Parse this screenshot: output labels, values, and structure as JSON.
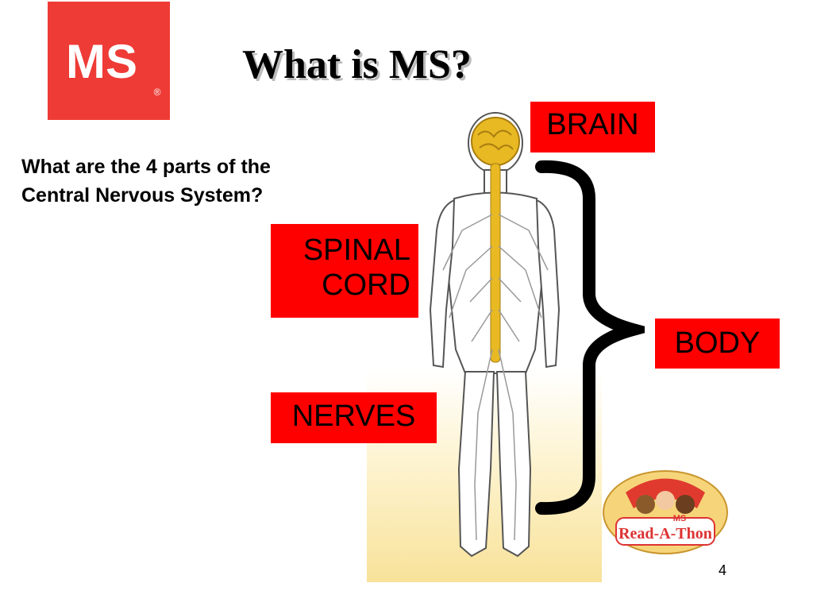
{
  "slide": {
    "title": "What is MS?",
    "question_lines": [
      "What are the 4 parts of the",
      "Central Nervous System?"
    ],
    "page_number": "4"
  },
  "logo": {
    "text": "MS",
    "mark": "®",
    "color": "#ee3b36"
  },
  "labels": {
    "brain": "BRAIN",
    "spinal_cord": [
      "SPINAL",
      "CORD"
    ],
    "body": "BODY",
    "nerves": "NERVES"
  },
  "read_a_thon_logo": {
    "top_text": "MS",
    "main_text": "Read-A-Thon"
  },
  "colors": {
    "label_red": "#ff0000",
    "nerve_yellow": "#e8b923"
  },
  "icons": [
    "ms-logo-icon",
    "nervous-system-figure-icon",
    "curly-brace-icon",
    "read-a-thon-logo-icon"
  ]
}
